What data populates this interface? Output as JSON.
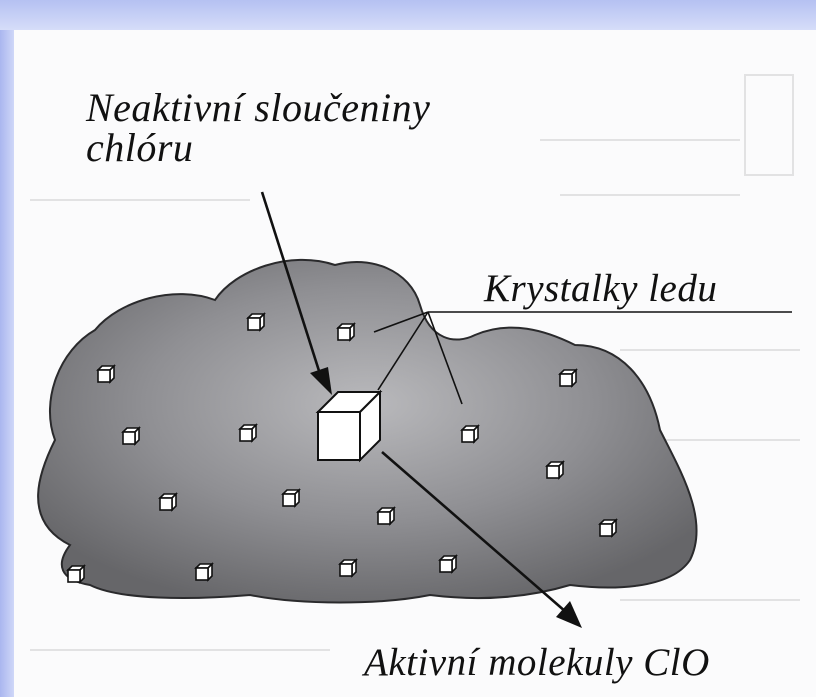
{
  "labels": {
    "inactive_line1": "Neaktivní sloučeniny",
    "inactive_line2": "chlóru",
    "ice_crystals": "Krystalky ledu",
    "active_molecules": "Aktivní molekuly ClO"
  },
  "colors": {
    "cloud_dark": "#6d6d70",
    "cloud_light": "#b9b9bc",
    "ink": "#111111",
    "paper": "#fbfbfc",
    "frame": "#b3bff2"
  },
  "icons": {
    "crystal": "cube-icon",
    "active_crystal": "large-cube-icon"
  }
}
